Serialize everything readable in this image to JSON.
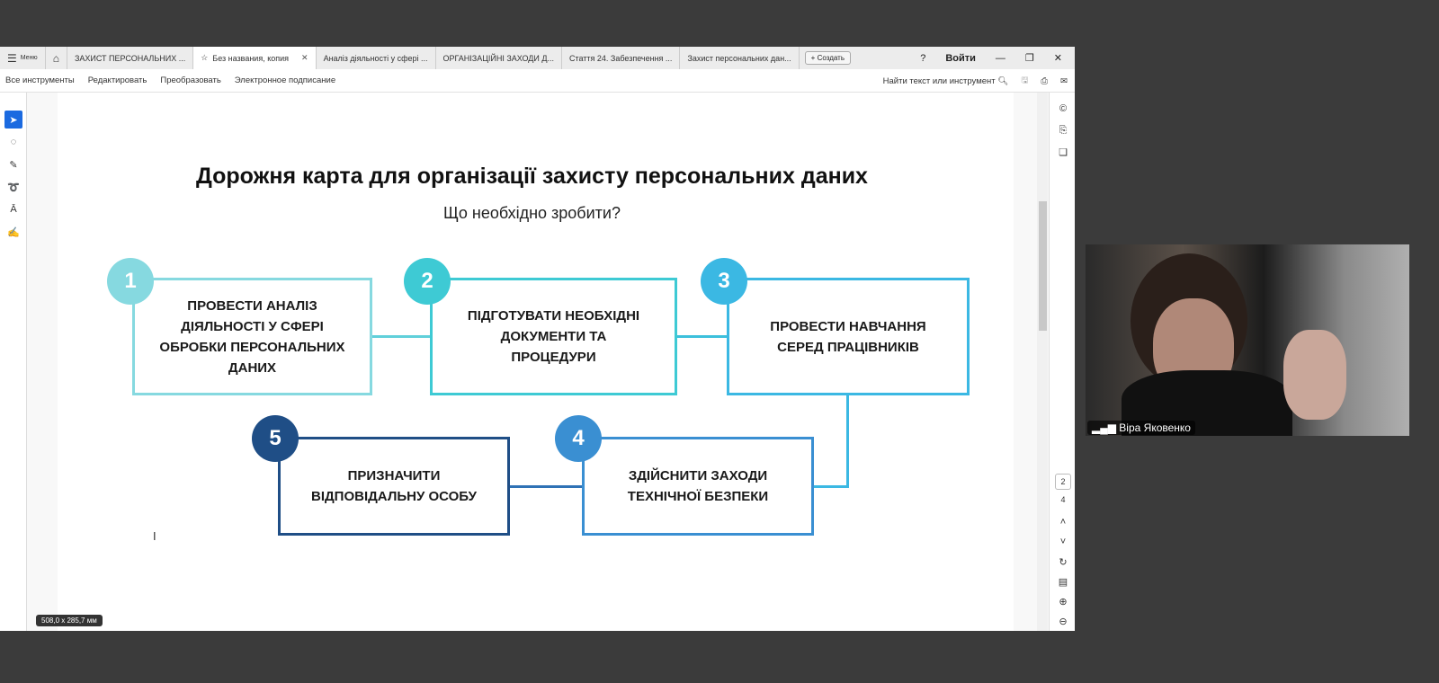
{
  "tabs": {
    "menu": "Меню",
    "items": [
      "ЗАХИСТ ПЕРСОНАЛЬНИХ ...",
      "Без названия, копия",
      "Аналіз діяльності у сфері ...",
      "ОРГАНІЗАЦІЙНІ ЗАХОДИ Д...",
      "Стаття 24. Забезпечення ...",
      "Захист персональних дан..."
    ],
    "create": "Создать",
    "login": "Войти"
  },
  "toolbar": {
    "all_tools": "Все инструменты",
    "edit": "Редактировать",
    "convert": "Преобразовать",
    "esign": "Электронное подписание",
    "search": "Найти текст или инструмент"
  },
  "slide": {
    "title": "Дорожня карта для організації захисту персональних даних",
    "subtitle": "Що необхідно зробити?",
    "steps": [
      {
        "n": "1",
        "text": "ПРОВЕСТИ АНАЛІЗ ДІЯЛЬНОСТІ У СФЕРІ ОБРОБКИ ПЕРСОНАЛЬНИХ ДАНИХ",
        "color": "#86d9e0"
      },
      {
        "n": "2",
        "text": "ПІДГОТУВАТИ НЕОБХІДНІ ДОКУМЕНТИ ТА ПРОЦЕДУРИ",
        "color": "#3ecad4"
      },
      {
        "n": "3",
        "text": "ПРОВЕСТИ НАВЧАННЯ СЕРЕД ПРАЦІВНИКІВ",
        "color": "#3bb8e3"
      },
      {
        "n": "4",
        "text": "ЗДІЙСНИТИ ЗАХОДИ ТЕХНІЧНОЇ БЕЗПЕКИ",
        "color": "#3a8fd2"
      },
      {
        "n": "5",
        "text": "ПРИЗНАЧИТИ ВІДПОВІДАЛЬНУ ОСОБУ",
        "color": "#1f4e86"
      }
    ]
  },
  "page": {
    "current": "2",
    "total": "4"
  },
  "page_size": "508,0 x 285,7 мм",
  "participant": "Віра Яковенко"
}
